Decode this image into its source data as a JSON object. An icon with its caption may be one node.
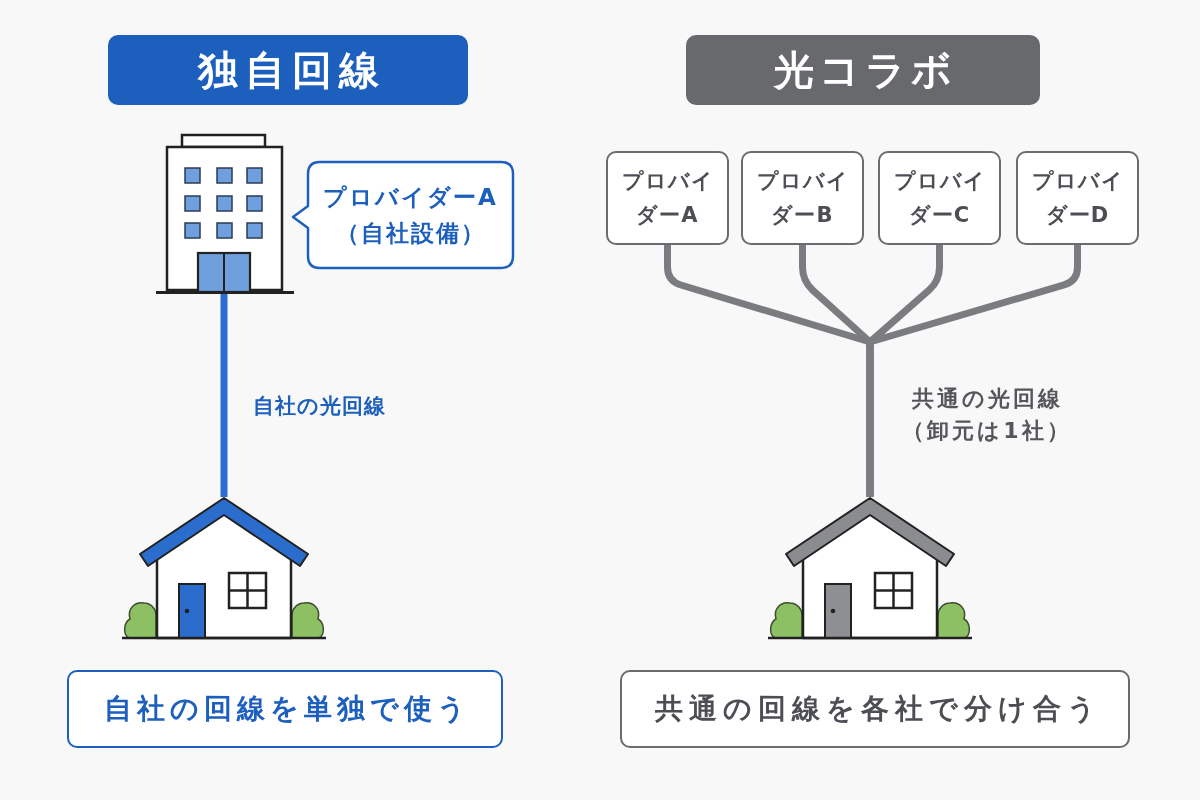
{
  "diagram": {
    "nodes": [
      {
        "text": [
          "独自回線"
        ]
      },
      {
        "text": [],
        "shape": "picture"
      },
      {
        "text": [
          "プロバイダーA（自社設備）"
        ]
      },
      {
        "text": [],
        "shape": "picture"
      },
      {
        "text": [
          "自社の回線を単独で使う"
        ]
      },
      {
        "text": [
          "光コラボ"
        ]
      },
      {
        "text": [
          "プロバイダーA"
        ]
      },
      {
        "text": [
          "プロバイダーB"
        ]
      },
      {
        "text": [
          "プロバイダーC"
        ]
      },
      {
        "text": [
          "プロバイダーD"
        ]
      },
      {
        "text": [],
        "shape": "picture"
      },
      {
        "text": [
          "共通の回線を各社で分け合う"
        ]
      }
    ],
    "edges": [
      {
        "from": 1,
        "to": 3,
        "arrow": "none",
        "label": "自社の光回線",
        "color": "#2a6fd1"
      },
      {
        "from": 6,
        "to": 10,
        "arrow": "none"
      },
      {
        "from": 7,
        "to": 10,
        "arrow": "none"
      },
      {
        "from": 8,
        "to": 10,
        "arrow": "none"
      },
      {
        "from": 9,
        "to": 10,
        "arrow": "none"
      }
    ],
    "labels": [
      "共通の光回線（卸元は1社）"
    ]
  }
}
